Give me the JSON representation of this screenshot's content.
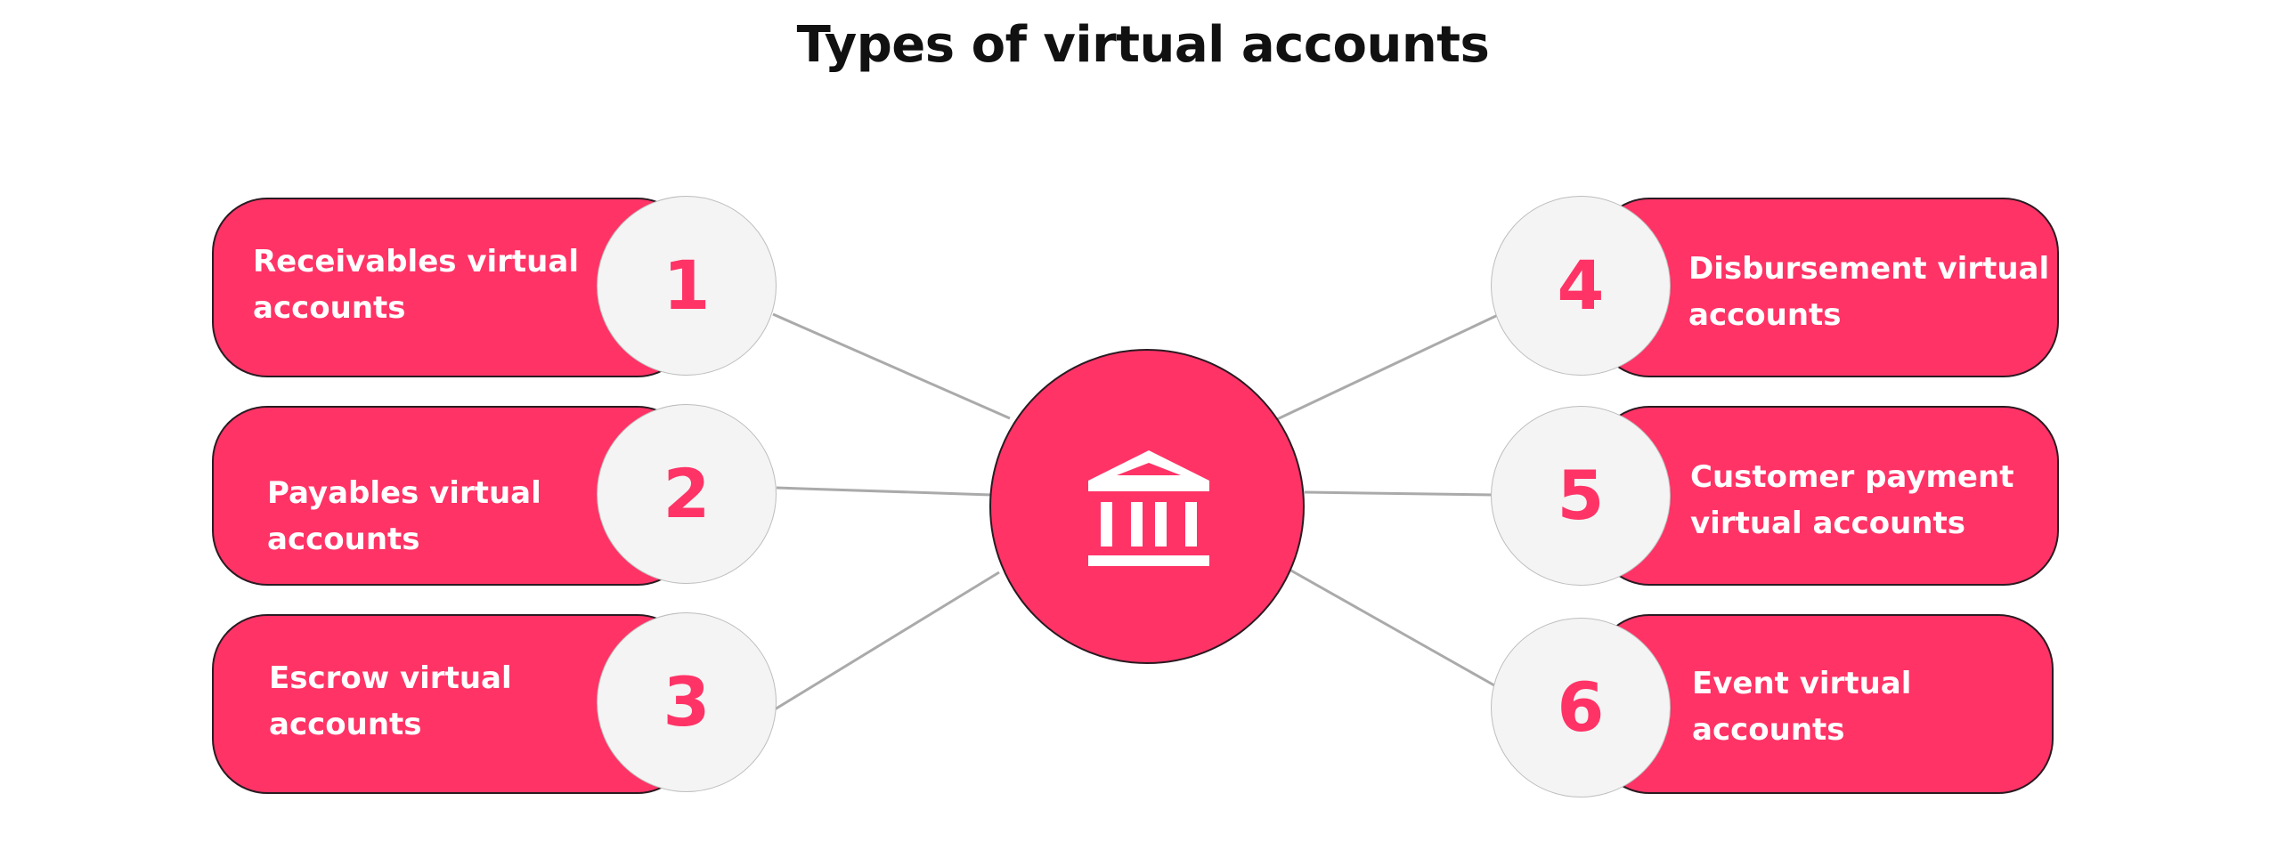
{
  "title": "Types of virtual accounts",
  "center": {
    "icon": "bank-building-icon"
  },
  "accounts": [
    {
      "number": "1",
      "label_line1": "Receivables virtual",
      "label_line2": "accounts"
    },
    {
      "number": "2",
      "label_line1": "Payables virtual",
      "label_line2": "accounts"
    },
    {
      "number": "3",
      "label_line1": "Escrow virtual",
      "label_line2": "accounts"
    },
    {
      "number": "4",
      "label_line1": "Disbursement virtual",
      "label_line2": "accounts"
    },
    {
      "number": "5",
      "label_line1": "Customer payment",
      "label_line2": "virtual accounts"
    },
    {
      "number": "6",
      "label_line1": "Event virtual",
      "label_line2": "accounts"
    }
  ],
  "colors": {
    "accent": "#ff3366",
    "circle": "#f4f4f4",
    "connector": "#aaaaaa",
    "title": "#111111"
  }
}
